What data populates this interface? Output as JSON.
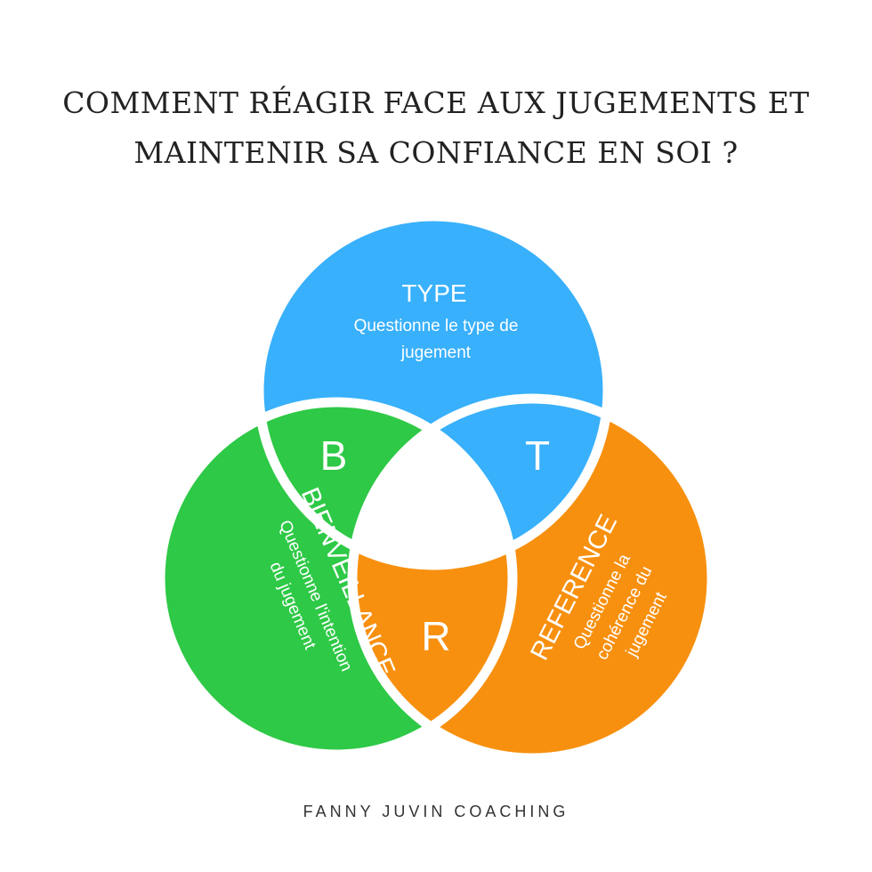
{
  "title": {
    "line1": "COMMENT RÉAGIR FACE AUX JUGEMENTS ET",
    "line2": "MAINTENIR SA CONFIANCE EN SOI ?"
  },
  "circles": {
    "type": {
      "heading": "TYPE",
      "desc_line1": "Questionne le type de",
      "desc_line2": "jugement",
      "color": "#38b0fb"
    },
    "bienveillance": {
      "heading": "BIENVEILLANCE",
      "desc_line1": "Questionne l'intention",
      "desc_line2": "du jugement",
      "color": "#2ec946"
    },
    "reference": {
      "heading": "REFERENCE",
      "desc_line1": "Questionne la",
      "desc_line2": "cohérence du",
      "desc_line3": "jugement",
      "color": "#f7900f"
    }
  },
  "overlaps": {
    "b_letter": "B",
    "t_letter": "T",
    "r_letter": "R"
  },
  "footer": "FANNY JUVIN COACHING"
}
